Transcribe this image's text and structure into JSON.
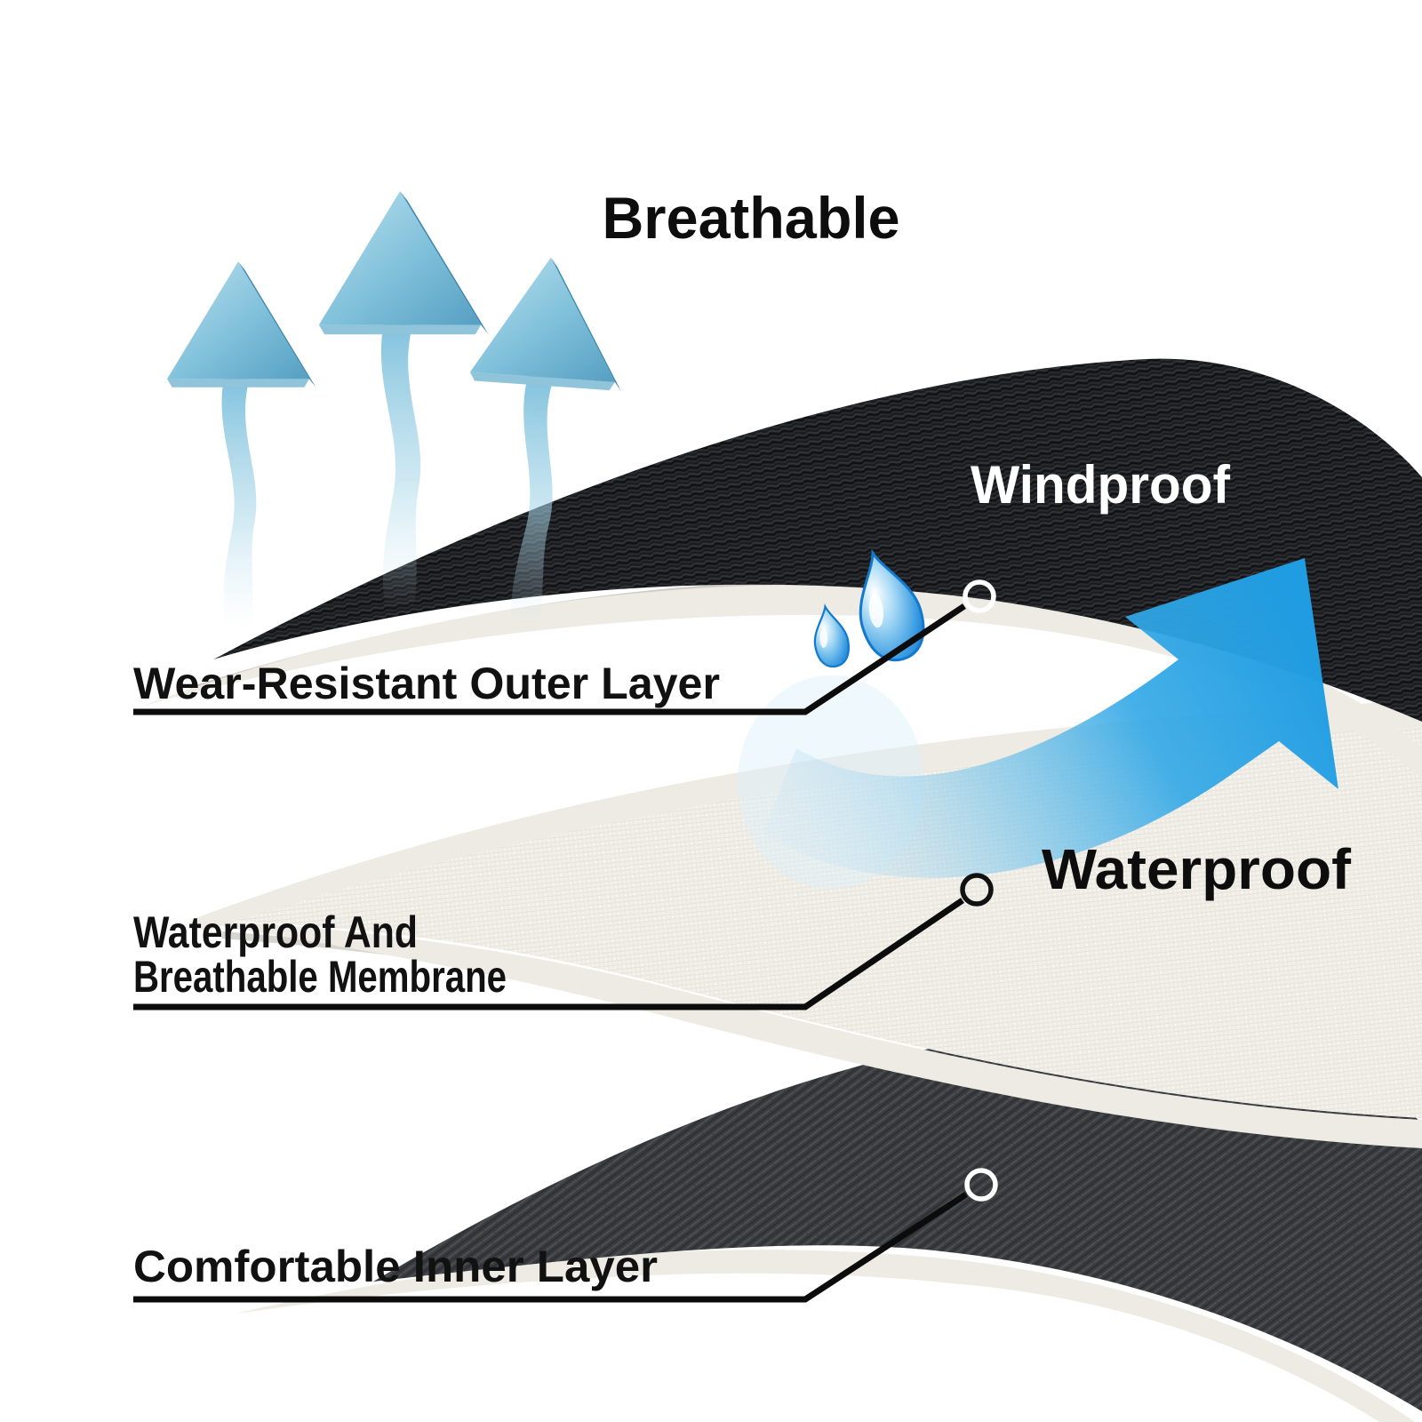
{
  "title": "Breathable",
  "fabric_stack": {
    "windproof_label": "Windproof",
    "waterproof_label": "Waterproof"
  },
  "callouts": {
    "outer": {
      "label": "Wear-Resistant Outer Layer"
    },
    "membrane": {
      "label_line1": "Waterproof And",
      "label_line2": "Breathable Membrane"
    },
    "inner": {
      "label": "Comfortable Inner Layer"
    }
  },
  "icons": {
    "breath_arrows": "wavy-up-arrow-icon",
    "wind_swoosh": "curved-wind-arrow-icon",
    "water_drops": "water-drop-icon",
    "callout_marker": "circle-marker-icon"
  },
  "colors": {
    "background": "#ffffff",
    "outer_fabric": "#1b1c1f",
    "inner_fabric": "#393b3f",
    "membrane": "#f2f0ea",
    "layer_edge_cream": "#edebe3",
    "accent_blue": "#2aa2e4",
    "breath_arrow_blue": "#7bbfdc",
    "label_text": "#111111",
    "windproof_text": "#ffffff"
  }
}
